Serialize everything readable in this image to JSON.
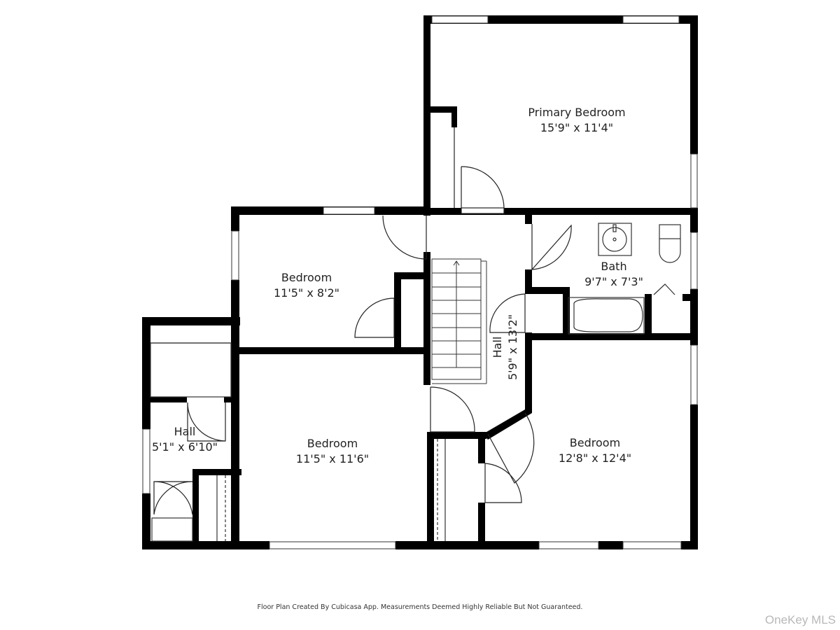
{
  "floor_plan": {
    "rooms": [
      {
        "id": "primary-bedroom",
        "name": "Primary Bedroom",
        "dimensions": "15'9\" x 11'4\""
      },
      {
        "id": "bedroom-1",
        "name": "Bedroom",
        "dimensions": "11'5\" x 8'2\""
      },
      {
        "id": "bath",
        "name": "Bath",
        "dimensions": "9'7\" x 7'3\""
      },
      {
        "id": "hall-central",
        "name": "Hall",
        "dimensions": "5'9\" x 13'2\""
      },
      {
        "id": "hall-small",
        "name": "Hall",
        "dimensions": "5'1\" x 6'10\""
      },
      {
        "id": "bedroom-2",
        "name": "Bedroom",
        "dimensions": "11'5\" x 11'6\""
      },
      {
        "id": "bedroom-3",
        "name": "Bedroom",
        "dimensions": "12'8\" x 12'4\""
      }
    ],
    "colors": {
      "wall": "#000000",
      "background": "#ffffff",
      "line": "#333333"
    }
  },
  "footer": {
    "note": "Floor Plan Created By Cubicasa App. Measurements Deemed Highly Reliable But Not Guaranteed.",
    "watermark": "OneKey MLS"
  }
}
